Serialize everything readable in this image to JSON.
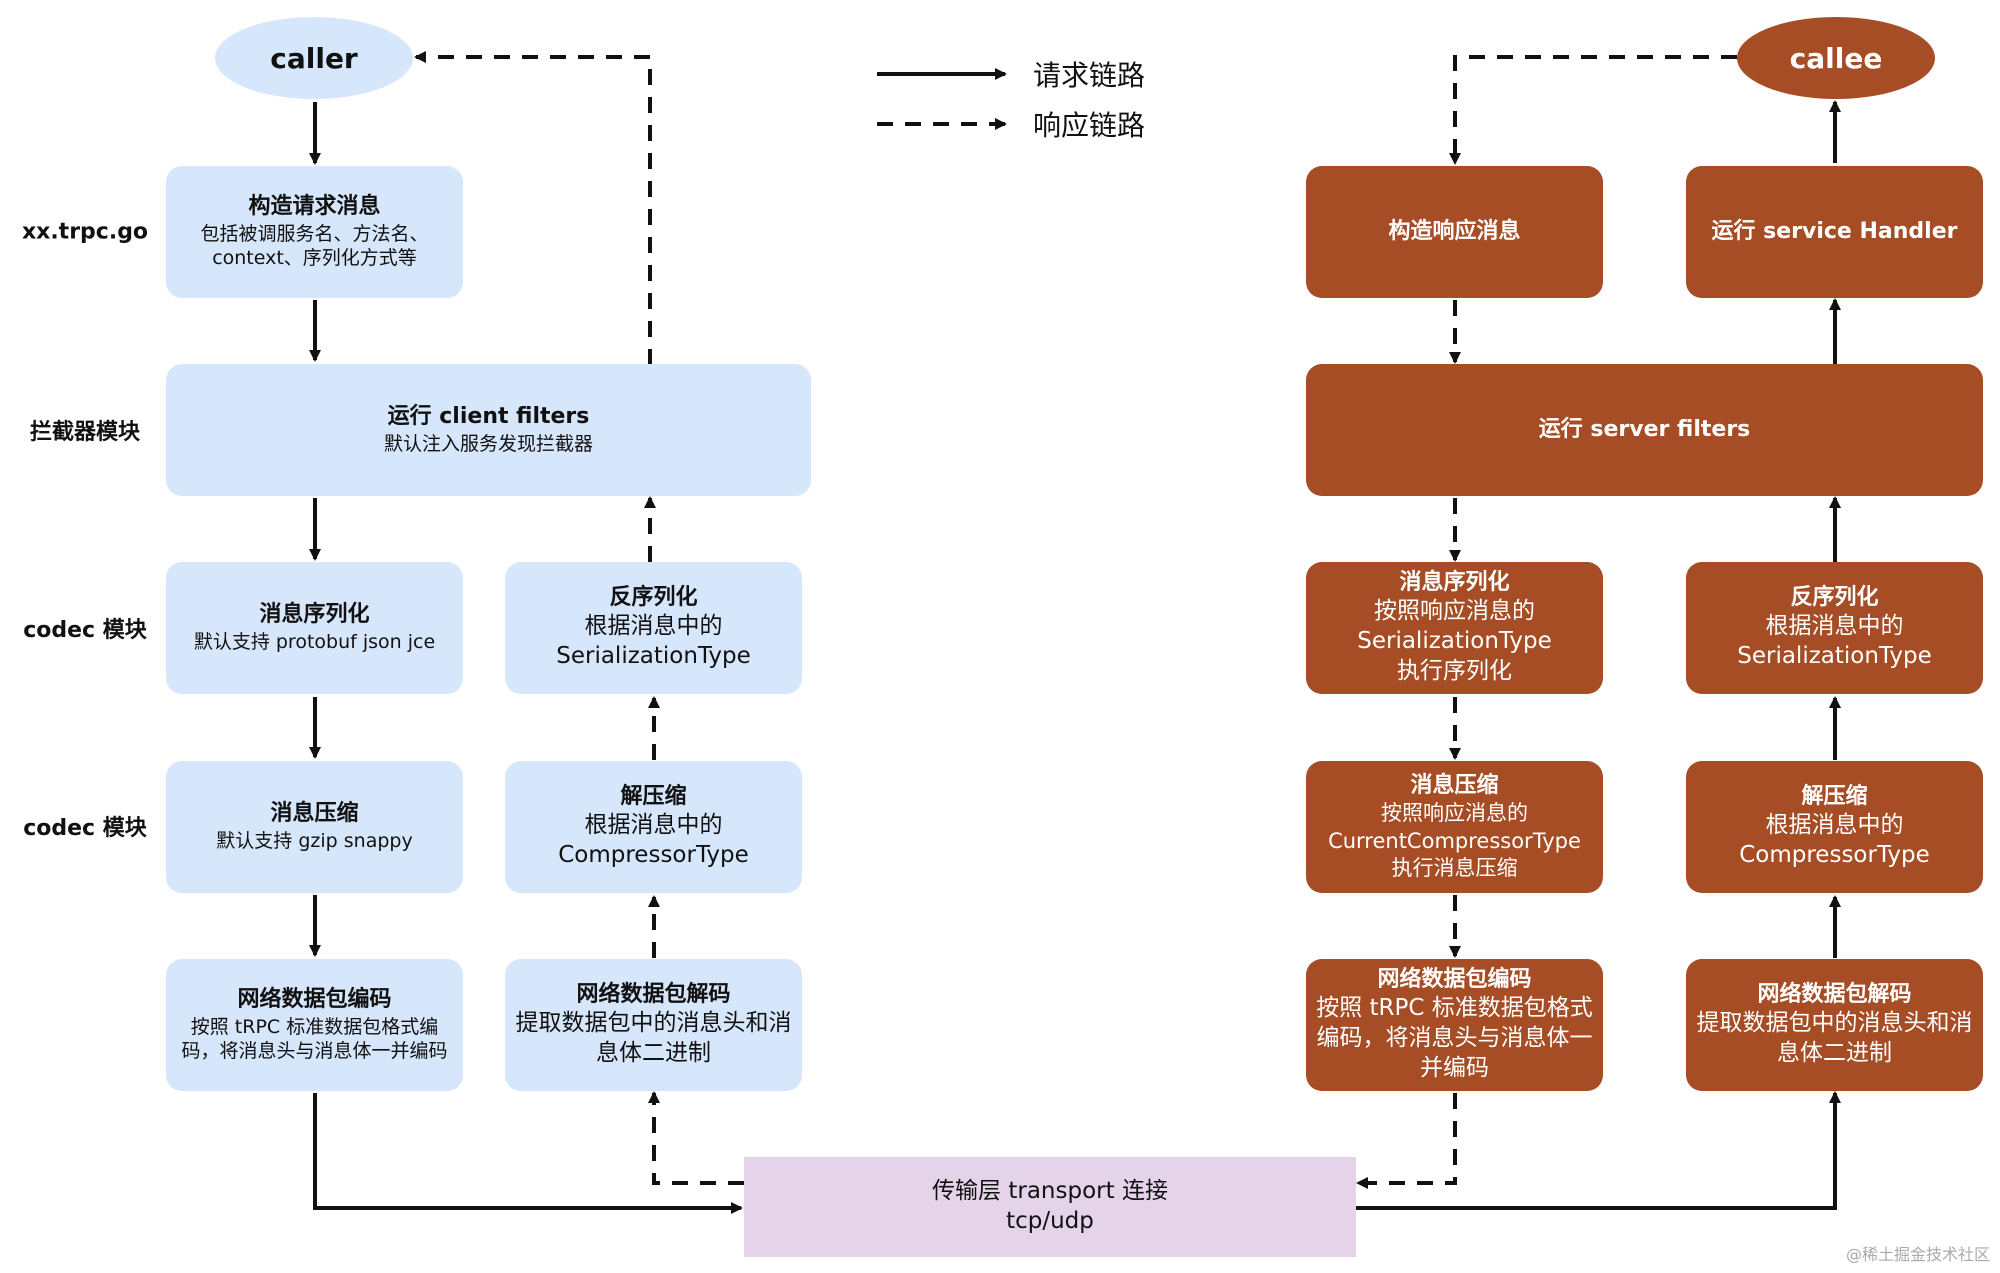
{
  "legend": {
    "request": "请求链路",
    "response": "响应链路"
  },
  "row_labels": {
    "stub": "xx.trpc.go",
    "filter": "拦截器模块",
    "codec1": "codec 模块",
    "codec2": "codec 模块"
  },
  "caller": {
    "label": "caller"
  },
  "callee": {
    "label": "callee"
  },
  "client": {
    "build_request": {
      "title": "构造请求消息",
      "desc": "包括被调服务名、方法名、context、序列化方式等"
    },
    "filters": {
      "title": "运行 client filters",
      "desc": "默认注入服务发现拦截器"
    },
    "serialize": {
      "title": "消息序列化",
      "desc": "默认支持 protobuf json jce"
    },
    "deserialize": {
      "title": "反序列化",
      "desc": "根据消息中的 SerializationType"
    },
    "compress": {
      "title": "消息压缩",
      "desc": "默认支持 gzip snappy"
    },
    "decompress": {
      "title": "解压缩",
      "desc": "根据消息中的 CompressorType"
    },
    "encode": {
      "title": "网络数据包编码",
      "desc": "按照 tRPC 标准数据包格式编码，将消息头与消息体一并编码"
    },
    "decode": {
      "title": "网络数据包解码",
      "desc": "提取数据包中的消息头和消息体二进制"
    }
  },
  "server": {
    "build_response": {
      "title": "构造响应消息"
    },
    "handler": {
      "title": "运行 service Handler"
    },
    "filters": {
      "title": "运行 server filters"
    },
    "serialize": {
      "title": "消息序列化",
      "desc": "按照响应消息的 SerializationType 执行序列化"
    },
    "deserialize": {
      "title": "反序列化",
      "desc": "根据消息中的 SerializationType"
    },
    "compress": {
      "title": "消息压缩",
      "desc": "按照响应消息的 CurrentCompressorType 执行消息压缩"
    },
    "decompress": {
      "title": "解压缩",
      "desc": "根据消息中的 CompressorType"
    },
    "encode": {
      "title": "网络数据包编码",
      "desc": "按照 tRPC 标准数据包格式编码，将消息头与消息体一并编码"
    },
    "decode": {
      "title": "网络数据包解码",
      "desc": "提取数据包中的消息头和消息体二进制"
    }
  },
  "transport": {
    "title": "传输层 transport 连接",
    "desc": "tcp/udp"
  },
  "watermark": "@稀土掘金技术社区",
  "colors": {
    "client": "#d6e6fb",
    "server": "#a64d25",
    "transport": "#e5d3ea",
    "arrow": "#111111"
  }
}
